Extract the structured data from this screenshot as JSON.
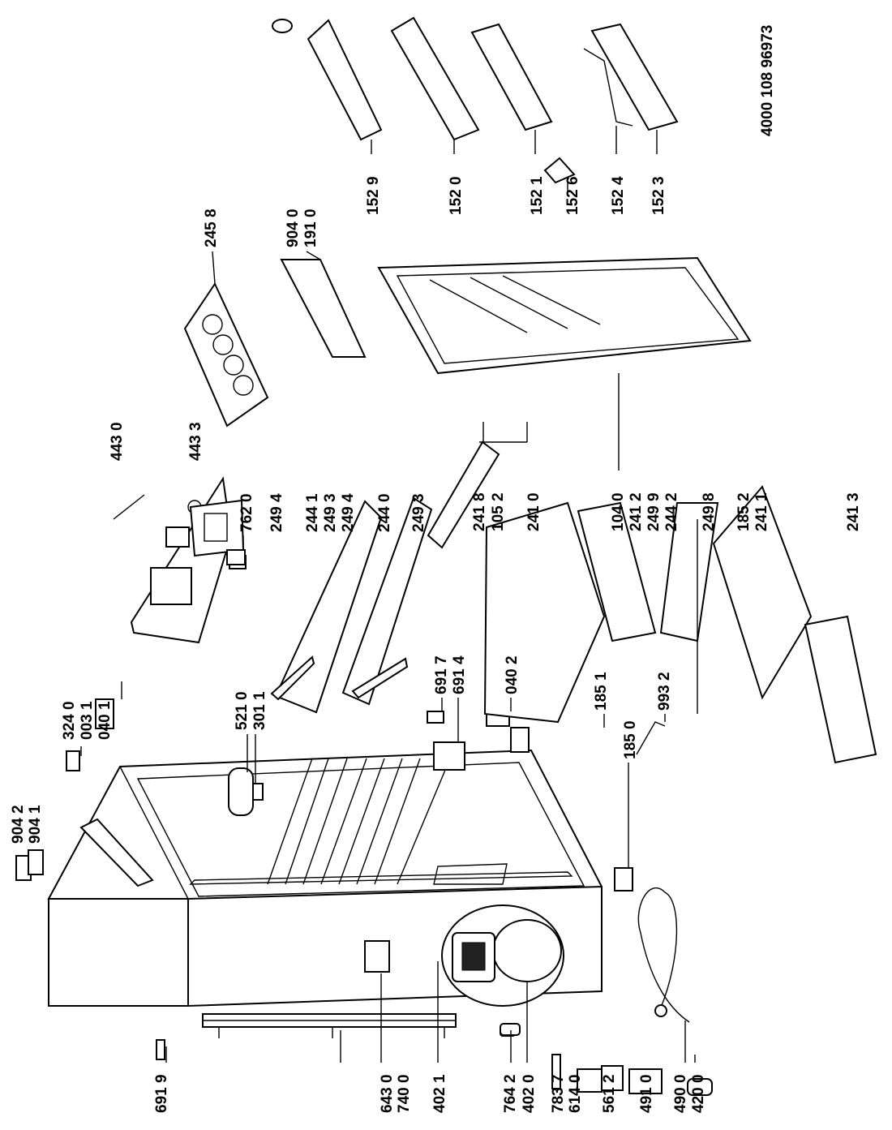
{
  "document_number": "4000 108 96973",
  "labels": [
    {
      "id": "l6919",
      "text": "691 9"
    },
    {
      "id": "l6430",
      "text": "643 0"
    },
    {
      "id": "l7400",
      "text": "740 0"
    },
    {
      "id": "l4021",
      "text": "402 1"
    },
    {
      "id": "l7642",
      "text": "764 2"
    },
    {
      "id": "l4020",
      "text": "402 0"
    },
    {
      "id": "l7837",
      "text": "783 7"
    },
    {
      "id": "l6140",
      "text": "614 0"
    },
    {
      "id": "l5612",
      "text": "561 2"
    },
    {
      "id": "l4910",
      "text": "491 0"
    },
    {
      "id": "l4900",
      "text": "490 0"
    },
    {
      "id": "l4200",
      "text": "420 0"
    },
    {
      "id": "l9042",
      "text": "904 2"
    },
    {
      "id": "l9041",
      "text": "904 1"
    },
    {
      "id": "l3240",
      "text": "324 0"
    },
    {
      "id": "l0031",
      "text": "003 1"
    },
    {
      "id": "l0401",
      "text": "040 1"
    },
    {
      "id": "l5210",
      "text": "521 0"
    },
    {
      "id": "l3011",
      "text": "301 1"
    },
    {
      "id": "l6917",
      "text": "691 7"
    },
    {
      "id": "l6914",
      "text": "691 4"
    },
    {
      "id": "l0402",
      "text": "040 2"
    },
    {
      "id": "l1851",
      "text": "185 1"
    },
    {
      "id": "l1850",
      "text": "185 0"
    },
    {
      "id": "l9932",
      "text": "993 2"
    },
    {
      "id": "l4430",
      "text": "443 0"
    },
    {
      "id": "l4433",
      "text": "443 3"
    },
    {
      "id": "l7620",
      "text": "762 0"
    },
    {
      "id": "l2494a",
      "text": "249 4"
    },
    {
      "id": "l2441",
      "text": "244 1"
    },
    {
      "id": "l2493a",
      "text": "249 3"
    },
    {
      "id": "l2494b",
      "text": "249 4"
    },
    {
      "id": "l2440",
      "text": "244 0"
    },
    {
      "id": "l2493b",
      "text": "249 3"
    },
    {
      "id": "l2418",
      "text": "241 8"
    },
    {
      "id": "l1052",
      "text": "105 2"
    },
    {
      "id": "l2410",
      "text": "241 0"
    },
    {
      "id": "l1040",
      "text": "104 0"
    },
    {
      "id": "l2412",
      "text": "241 2"
    },
    {
      "id": "l2499",
      "text": "249 9"
    },
    {
      "id": "l2442",
      "text": "244 2"
    },
    {
      "id": "l2498",
      "text": "249 8"
    },
    {
      "id": "l1852",
      "text": "185 2"
    },
    {
      "id": "l2411",
      "text": "241 1"
    },
    {
      "id": "l2413",
      "text": "241 3"
    },
    {
      "id": "l2458",
      "text": "245 8"
    },
    {
      "id": "l9040",
      "text": "904 0"
    },
    {
      "id": "l1910",
      "text": "191 0"
    },
    {
      "id": "l1529",
      "text": "152 9"
    },
    {
      "id": "l1520",
      "text": "152 0"
    },
    {
      "id": "l1521",
      "text": "152 1"
    },
    {
      "id": "l1526",
      "text": "152 6"
    },
    {
      "id": "l1524",
      "text": "152 4"
    },
    {
      "id": "l1523",
      "text": "152 3"
    }
  ]
}
